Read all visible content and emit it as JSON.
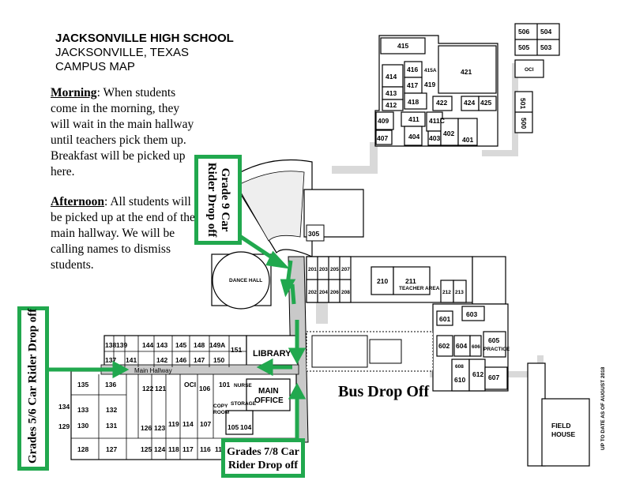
{
  "map": {
    "title_line1": "JACKSONVILLE HIGH SCHOOL",
    "title_line2": "JACKSONVILLE, TEXAS",
    "title_line3": "CAMPUS MAP",
    "morning_heading": "Morning",
    "morning_text": ": When students come in the morning, they will wait in the main hallway until teachers pick them up.  Breakfast will be picked up here.",
    "afternoon_heading": "Afternoon",
    "afternoon_text": ": All students will be picked up at the end of the main hallway. We will be calling names to dismiss students.",
    "grade9_label": "Grade 9  Car Rider Drop off",
    "grades56_label": "Grades 5/6  Car Rider Drop off",
    "grades78_label_line1": "Grades 7/8  Car",
    "grades78_label_line2": "Rider Drop off",
    "bus_label": "Bus Drop Off",
    "library_label": "LIBRARY",
    "main_office_line1": "MAIN",
    "main_office_line2": "OFFICE",
    "main_hallway_label": "Main Hallway",
    "field_house_line1": "FIELD",
    "field_house_line2": "HOUSE",
    "dance_hall_label": "DANCE HALL",
    "copy_room_line1": "COPY",
    "copy_room_line2": "ROOM",
    "oci_label": "OCI",
    "nurse_label": "NURSE",
    "storage_label": "STORAGE",
    "teachers_area_label": "TEACHER AREA",
    "practice_label": "PRACTICE",
    "footnote": "UP TO DATE AS OF AUGUST 2018",
    "accent_color": "#21a84e"
  }
}
